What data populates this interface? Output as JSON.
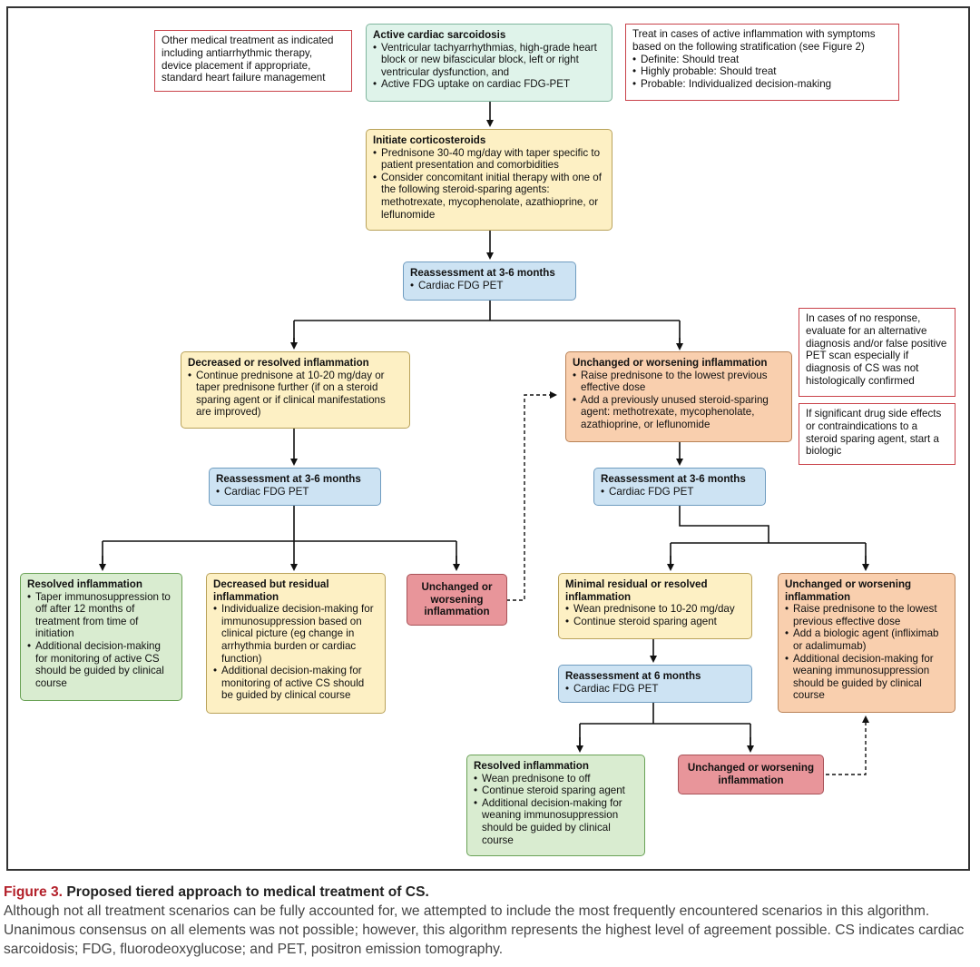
{
  "diagram": {
    "notes": {
      "other_treatment": "Other medical treatment as indicated including antiarrhythmic therapy, device placement if appropriate, standard heart failure management",
      "stratification": {
        "intro": "Treat in cases of active inflammation with symptoms based on the following stratification (see Figure 2)",
        "items": [
          "Definite: Should treat",
          "Highly probable: Should treat",
          "Probable: Individualized decision-making"
        ]
      },
      "no_response": "In cases of no response, evaluate for an alternative diagnosis and/or false positive PET scan especially if diagnosis of CS was not histologically confirmed",
      "side_effects": "If significant drug side effects or contraindications to a steroid sparing agent, start a biologic"
    },
    "active_cs": {
      "title": "Active cardiac sarcoidosis",
      "items": [
        "Ventricular tachyarrhythmias, high-grade heart block or new bifascicular block, left or right ventricular dysfunction, and",
        "Active FDG uptake on cardiac FDG-PET"
      ]
    },
    "initiate": {
      "title": "Initiate corticosteroids",
      "items": [
        "Prednisone 30-40 mg/day with taper specific to patient presentation and comorbidities",
        "Consider concomitant initial therapy with one of the following steroid-sparing agents: methotrexate, mycophenolate, azathioprine, or leflunomide"
      ]
    },
    "reassess_top": {
      "title": "Reassessment at 3-6 months",
      "items": [
        "Cardiac FDG PET"
      ]
    },
    "decreased": {
      "title": "Decreased or resolved inflammation",
      "items": [
        "Continue prednisone at 10-20 mg/day or taper prednisone further (if on a steroid sparing agent or if clinical manifestations are improved)"
      ]
    },
    "unchanged_main": {
      "title": "Unchanged or worsening inflammation",
      "items": [
        "Raise prednisone to the lowest previous effective dose",
        "Add a previously unused steroid-sparing agent: methotrexate, mycophenolate, azathioprine, or leflunomide"
      ]
    },
    "reassess_left": {
      "title": "Reassessment at 3-6 months",
      "items": [
        "Cardiac FDG PET"
      ]
    },
    "reassess_right": {
      "title": "Reassessment at 3-6 months",
      "items": [
        "Cardiac FDG PET"
      ]
    },
    "resolved_left": {
      "title": "Resolved inflammation",
      "items": [
        "Taper immunosuppression to off after 12 months of treatment from time of initiation",
        "Additional decision-making for monitoring of active CS should be guided by clinical course"
      ]
    },
    "residual_left": {
      "title": "Decreased but residual inflammation",
      "items": [
        "Individualize decision-making for immunosuppression based on clinical picture (eg change in arrhythmia burden or cardiac function)",
        "Additional decision-making for monitoring of active CS should be guided by clinical course"
      ]
    },
    "unchanged_red_left": {
      "text": "Unchanged or worsening inflammation"
    },
    "minimal_right": {
      "title": "Minimal residual or resolved inflammation",
      "items": [
        "Wean prednisone to 10-20 mg/day",
        "Continue steroid sparing agent"
      ]
    },
    "unchanged_far_right": {
      "title": "Unchanged or worsening inflammation",
      "items": [
        "Raise prednisone to the lowest previous effective dose",
        "Add a biologic agent (infliximab or adalimumab)",
        "Additional decision-making for weaning immunosuppression should be guided by clinical course"
      ]
    },
    "reassess_6": {
      "title": "Reassessment at 6 months",
      "items": [
        "Cardiac FDG PET"
      ]
    },
    "resolved_bottom": {
      "title": "Resolved inflammation",
      "items": [
        "Wean prednisone to off",
        "Continue steroid sparing agent",
        "Additional decision-making for weaning immunosuppression should be guided by clinical course"
      ]
    },
    "unchanged_red_bottom": {
      "text": "Unchanged or worsening inflammation"
    }
  },
  "caption": {
    "label": "Figure 3.",
    "title": "Proposed tiered approach to medical treatment of CS.",
    "body": "Although not all treatment scenarios can be fully accounted for, we attempted to include the most frequently encountered scenarios in this algorithm. Unanimous consensus on all elements was not possible; however, this algorithm represents the highest level of agreement possible. CS indicates cardiac sarcoidosis; FDG, fluorodeoxyglucose; and PET, positron emission tomography."
  },
  "colors": {
    "green": "#d9ecd0",
    "mint": "#dff3ea",
    "yellow": "#fdf0c4",
    "blue": "#cde3f3",
    "orange": "#f9cfae",
    "red": "#e8959a",
    "note_border": "#c9424a",
    "caption_label": "#b3202a"
  }
}
